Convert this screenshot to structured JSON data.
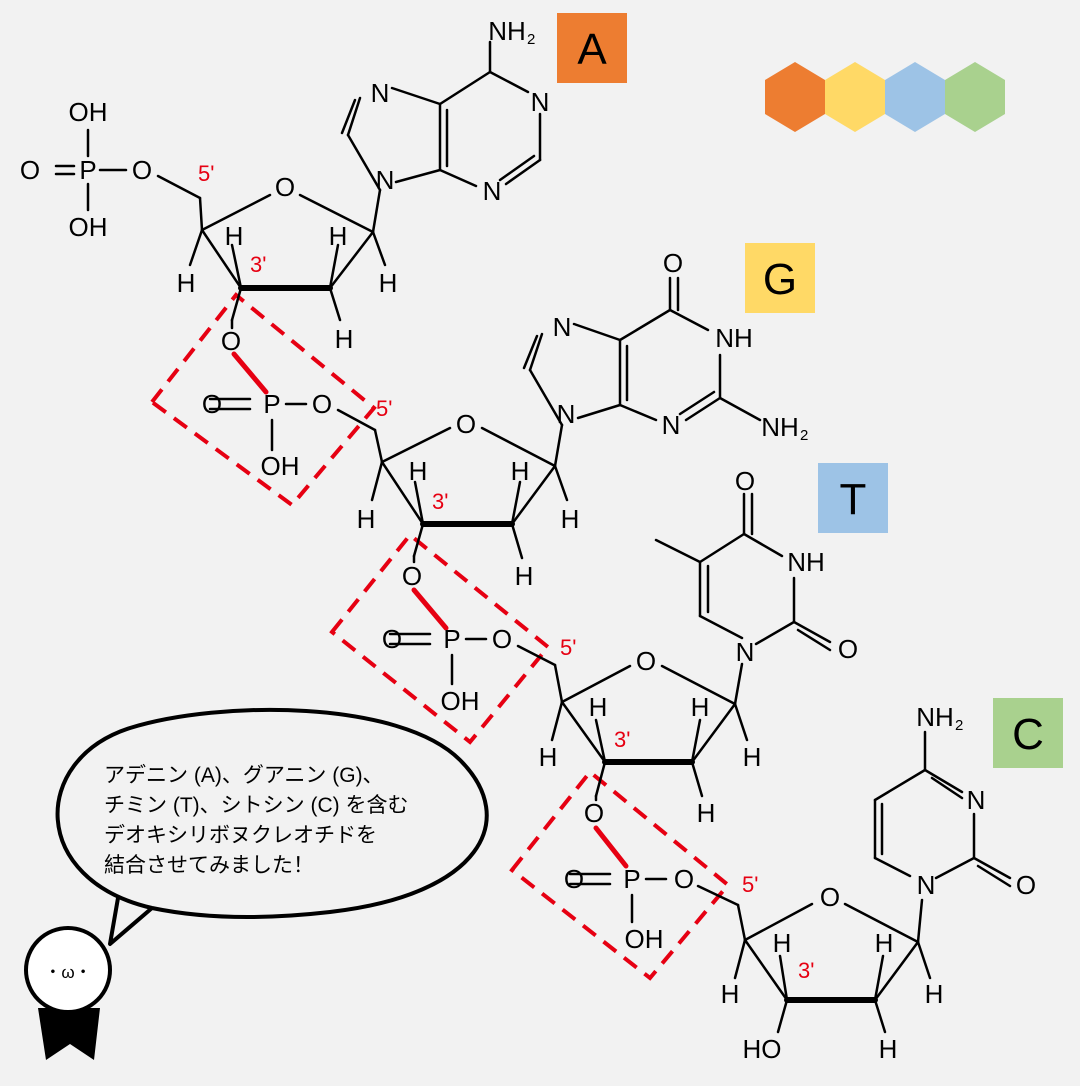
{
  "bases": {
    "adenine": {
      "letter": "A",
      "color": "#ed7d31"
    },
    "guanine": {
      "letter": "G",
      "color": "#ffd966"
    },
    "thymine": {
      "letter": "T",
      "color": "#9dc3e6"
    },
    "cytosine": {
      "letter": "C",
      "color": "#a9d18e"
    }
  },
  "palette": [
    "#ed7d31",
    "#ffd966",
    "#9dc3e6",
    "#a9d18e"
  ],
  "bond_color": "#e60012",
  "atoms": {
    "O": "O",
    "OH": "OH",
    "P": "P",
    "N": "N",
    "NH": "NH",
    "NH2": "NH",
    "sub2": "2",
    "H": "H",
    "HO": "HO"
  },
  "labels": {
    "five_prime": "5'",
    "three_prime": "3'"
  },
  "speech": {
    "lines": [
      "アデニン (A)、グアニン (G)、",
      "チミン (T)、シトシン (C) を含む",
      "デオキシリボヌクレオチドを",
      "結合させてみました！"
    ]
  },
  "character": {
    "face": "・ω・"
  }
}
